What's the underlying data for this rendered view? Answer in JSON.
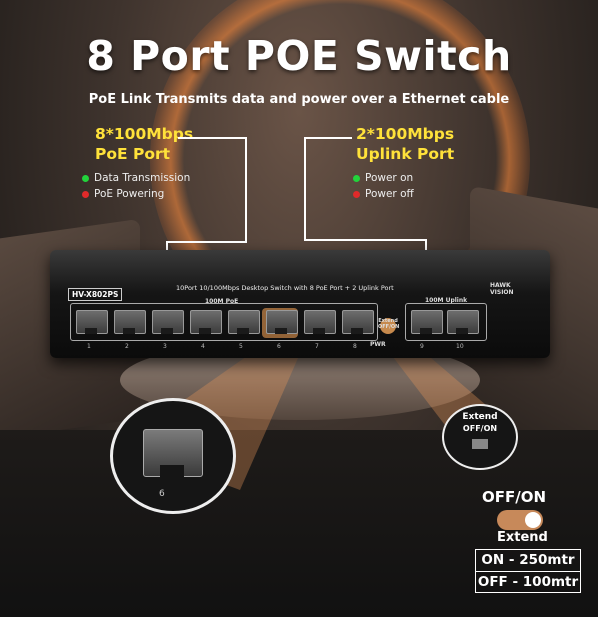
{
  "title": "8 Port POE Switch",
  "subtitle": "PoE Link Transmits data and power over a Ethernet cable",
  "poe_port": {
    "heading_line1": "8*100Mbps",
    "heading_line2": "PoE Port",
    "legend": [
      {
        "color": "#22d33b",
        "label": "Data Transmission"
      },
      {
        "color": "#e02a2a",
        "label": "PoE Powering"
      }
    ]
  },
  "uplink_port": {
    "heading_line1": "2*100Mbps",
    "heading_line2": "Uplink Port",
    "legend": [
      {
        "color": "#22d33b",
        "label": "Power on"
      },
      {
        "color": "#e02a2a",
        "label": "Power off"
      }
    ]
  },
  "device": {
    "model": "HV-X802PS",
    "description": "10Port 10/100Mbps Desktop Switch with 8 PoE  Port + 2 Uplink Port",
    "brand_line1": "HAWK",
    "brand_line2": "VISION",
    "poe_group_label": "100M PoE",
    "uplink_group_label": "100M Uplink",
    "extend_button_label": "Extend\nOFF/ON",
    "pwr_label": "PWR",
    "poe_port_numbers": [
      "1",
      "2",
      "3",
      "4",
      "5",
      "6",
      "7",
      "8"
    ],
    "uplink_port_numbers": [
      "9",
      "10"
    ]
  },
  "zoom_port_number": "6",
  "zoom_switch_label_line1": "Extend",
  "zoom_switch_label_line2": "OFF/ON",
  "extend_panel": {
    "title": "OFF/ON",
    "toggle_label": "Extend",
    "on_range": "ON - 250mtr",
    "off_range": "OFF - 100mtr"
  }
}
